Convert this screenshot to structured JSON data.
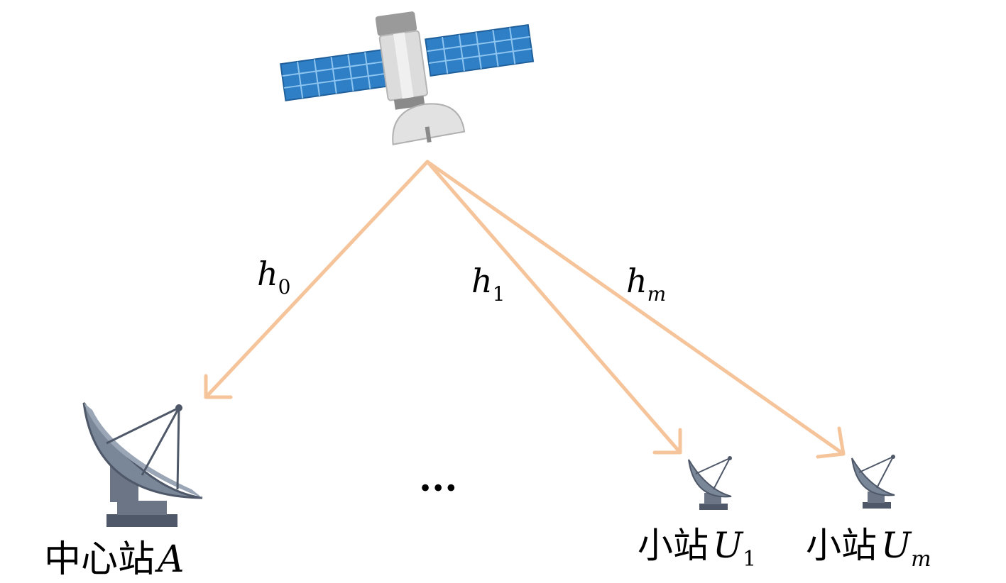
{
  "colors": {
    "arrow": "#f6c49a",
    "panel_blue": "#2f7fc6",
    "panel_light": "#6fb0e6",
    "body_gray": "#d9d9d9",
    "dish_gray": "#7a8799",
    "dish_dark": "#4e5868"
  },
  "satellite": {
    "icon": "satellite-icon"
  },
  "links": [
    {
      "letter": "h",
      "sub": "0"
    },
    {
      "letter": "h",
      "sub": "1"
    },
    {
      "letter": "h",
      "sub": "m"
    }
  ],
  "stations": [
    {
      "icon": "satellite-dish-icon",
      "label_cn": "中心站",
      "label_math": "A",
      "label_sub": ""
    },
    {
      "icon": "satellite-dish-icon",
      "label_cn": "小站",
      "label_math": "U",
      "label_sub": "1"
    },
    {
      "icon": "satellite-dish-icon",
      "label_cn": "小站",
      "label_math": "U",
      "label_sub": "m"
    }
  ],
  "ellipsis": "..."
}
